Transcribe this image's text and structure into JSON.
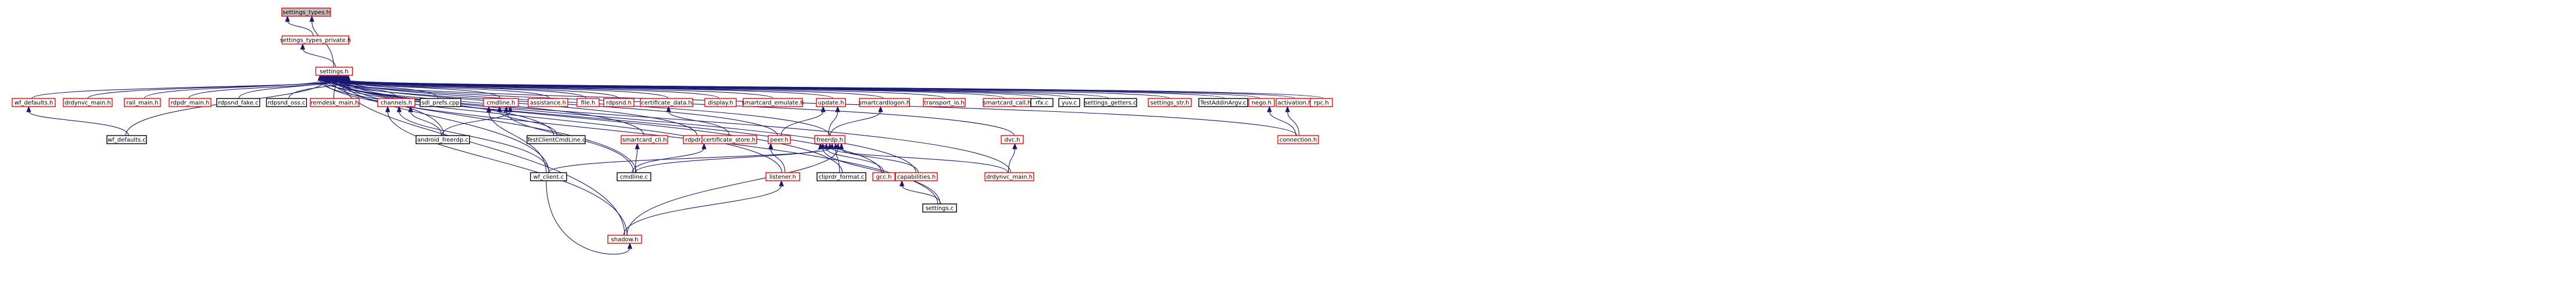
{
  "colors": {
    "edge": "#191970",
    "border_red": "#ff0000",
    "border_black": "#000000",
    "fill_root": "#bfbfbf",
    "fill": "#ffffff"
  },
  "nodes": [
    {
      "id": "settings_types_h",
      "label": "settings_types.h",
      "style": "root"
    },
    {
      "id": "settings_types_private_h",
      "label": "settings_types_private.h",
      "style": "red"
    },
    {
      "id": "settings_h",
      "label": "settings.h",
      "style": "red"
    },
    {
      "id": "wf_defaults_h",
      "label": "wf_defaults.h",
      "style": "red"
    },
    {
      "id": "drdynvc_main_h_left",
      "label": "drdynvc_main.h",
      "style": "red"
    },
    {
      "id": "rail_main_h",
      "label": "rail_main.h",
      "style": "red"
    },
    {
      "id": "rdpdr_main_h",
      "label": "rdpdr_main.h",
      "style": "red"
    },
    {
      "id": "rdpsnd_fake_c",
      "label": "rdpsnd_fake.c",
      "style": "black"
    },
    {
      "id": "rdpsnd_oss_c",
      "label": "rdpsnd_oss.c",
      "style": "black"
    },
    {
      "id": "remdesk_main_h",
      "label": "remdesk_main.h",
      "style": "red"
    },
    {
      "id": "channels_h",
      "label": "channels.h",
      "style": "red"
    },
    {
      "id": "sdl_prefs_cpp",
      "label": "sdl_prefs.cpp",
      "style": "black"
    },
    {
      "id": "cmdline_h",
      "label": "cmdline.h",
      "style": "red"
    },
    {
      "id": "assistance_h",
      "label": "assistance.h",
      "style": "red"
    },
    {
      "id": "file_h",
      "label": "file.h",
      "style": "red"
    },
    {
      "id": "rdpsnd_h",
      "label": "rdpsnd.h",
      "style": "red"
    },
    {
      "id": "certificate_data_h",
      "label": "certificate_data.h",
      "style": "red"
    },
    {
      "id": "display_h",
      "label": "display.h",
      "style": "red"
    },
    {
      "id": "smartcard_emulate_h",
      "label": "smartcard_emulate.h",
      "style": "red"
    },
    {
      "id": "update_h",
      "label": "update.h",
      "style": "red"
    },
    {
      "id": "smartcardlogon_h",
      "label": "smartcardlogon.h",
      "style": "red"
    },
    {
      "id": "transport_io_h",
      "label": "transport_io.h",
      "style": "red"
    },
    {
      "id": "smartcard_call_h",
      "label": "smartcard_call.h",
      "style": "red"
    },
    {
      "id": "rfx_c",
      "label": "rfx.c",
      "style": "black"
    },
    {
      "id": "yuv_c",
      "label": "yuv.c",
      "style": "black"
    },
    {
      "id": "settings_getters_c",
      "label": "settings_getters.c",
      "style": "black"
    },
    {
      "id": "settings_str_h",
      "label": "settings_str.h",
      "style": "red"
    },
    {
      "id": "TestAddinArgv_c",
      "label": "TestAddinArgv.c",
      "style": "black"
    },
    {
      "id": "nego_h",
      "label": "nego.h",
      "style": "red"
    },
    {
      "id": "activation_h",
      "label": "activation.h",
      "style": "red"
    },
    {
      "id": "rpc_h",
      "label": "rpc.h",
      "style": "red"
    },
    {
      "id": "wf_defaults_c",
      "label": "wf_defaults.c",
      "style": "black"
    },
    {
      "id": "android_freerdp_c",
      "label": "android_freerdp.c",
      "style": "black"
    },
    {
      "id": "TestClientCmdLine_c",
      "label": "TestClientCmdLine.c",
      "style": "black"
    },
    {
      "id": "smartcard_cli_h",
      "label": "smartcard_cli.h",
      "style": "red"
    },
    {
      "id": "rdpdr_h",
      "label": "rdpdr.h",
      "style": "red"
    },
    {
      "id": "certificate_store_h",
      "label": "certificate_store.h",
      "style": "red"
    },
    {
      "id": "peer_h",
      "label": "peer.h",
      "style": "red"
    },
    {
      "id": "freerdp_h",
      "label": "freerdp.h",
      "style": "red"
    },
    {
      "id": "dvc_h",
      "label": "dvc.h",
      "style": "red"
    },
    {
      "id": "connection_h",
      "label": "connection.h",
      "style": "red"
    },
    {
      "id": "wf_client_c",
      "label": "wf_client.c",
      "style": "black"
    },
    {
      "id": "cmdline_c",
      "label": "cmdline.c",
      "style": "black"
    },
    {
      "id": "listener_h",
      "label": "listener.h",
      "style": "red"
    },
    {
      "id": "cliprdr_format_c",
      "label": "cliprdr_format.c",
      "style": "black"
    },
    {
      "id": "gcc_h",
      "label": "gcc.h",
      "style": "red"
    },
    {
      "id": "capabilities_h",
      "label": "capabilities.h",
      "style": "red"
    },
    {
      "id": "drdynvc_main_h_right",
      "label": "drdynvc_main.h",
      "style": "red"
    },
    {
      "id": "settings_c",
      "label": "settings.c",
      "style": "black"
    },
    {
      "id": "shadow_h",
      "label": "shadow.h",
      "style": "red"
    }
  ],
  "edges": [
    [
      "settings_types_private_h",
      "settings_types_h"
    ],
    [
      "settings_h",
      "settings_types_h"
    ],
    [
      "settings_h",
      "settings_types_private_h"
    ],
    [
      "wf_defaults_h",
      "settings_h"
    ],
    [
      "drdynvc_main_h_left",
      "settings_h"
    ],
    [
      "rail_main_h",
      "settings_h"
    ],
    [
      "rdpdr_main_h",
      "settings_h"
    ],
    [
      "rdpsnd_fake_c",
      "settings_h"
    ],
    [
      "rdpsnd_oss_c",
      "settings_h"
    ],
    [
      "remdesk_main_h",
      "settings_h"
    ],
    [
      "channels_h",
      "settings_h"
    ],
    [
      "sdl_prefs_cpp",
      "settings_h"
    ],
    [
      "cmdline_h",
      "settings_h"
    ],
    [
      "assistance_h",
      "settings_h"
    ],
    [
      "file_h",
      "settings_h"
    ],
    [
      "rdpsnd_h",
      "settings_h"
    ],
    [
      "certificate_data_h",
      "settings_h"
    ],
    [
      "display_h",
      "settings_h"
    ],
    [
      "smartcard_emulate_h",
      "settings_h"
    ],
    [
      "update_h",
      "settings_h"
    ],
    [
      "smartcardlogon_h",
      "settings_h"
    ],
    [
      "transport_io_h",
      "settings_h"
    ],
    [
      "smartcard_call_h",
      "settings_h"
    ],
    [
      "rfx_c",
      "settings_h"
    ],
    [
      "yuv_c",
      "settings_h"
    ],
    [
      "settings_getters_c",
      "settings_h"
    ],
    [
      "settings_str_h",
      "settings_h"
    ],
    [
      "TestAddinArgv_c",
      "settings_h"
    ],
    [
      "nego_h",
      "settings_h"
    ],
    [
      "activation_h",
      "settings_h"
    ],
    [
      "rpc_h",
      "settings_h"
    ],
    [
      "wf_defaults_c",
      "settings_h"
    ],
    [
      "android_freerdp_c",
      "settings_h"
    ],
    [
      "TestClientCmdLine_c",
      "settings_h"
    ],
    [
      "smartcard_cli_h",
      "settings_h"
    ],
    [
      "rdpdr_h",
      "settings_h"
    ],
    [
      "peer_h",
      "settings_h"
    ],
    [
      "freerdp_h",
      "settings_h"
    ],
    [
      "dvc_h",
      "settings_h"
    ],
    [
      "connection_h",
      "settings_h"
    ],
    [
      "wf_client_c",
      "settings_h"
    ],
    [
      "cmdline_c",
      "settings_h"
    ],
    [
      "listener_h",
      "settings_h"
    ],
    [
      "cliprdr_format_c",
      "settings_h"
    ],
    [
      "gcc_h",
      "settings_h"
    ],
    [
      "capabilities_h",
      "settings_h"
    ],
    [
      "drdynvc_main_h_right",
      "settings_h"
    ],
    [
      "settings_c",
      "settings_h"
    ],
    [
      "shadow_h",
      "settings_h"
    ],
    [
      "wf_defaults_c",
      "wf_defaults_h"
    ],
    [
      "android_freerdp_c",
      "channels_h"
    ],
    [
      "wf_client_c",
      "channels_h"
    ],
    [
      "shadow_h",
      "channels_h"
    ],
    [
      "android_freerdp_c",
      "cmdline_h"
    ],
    [
      "TestClientCmdLine_c",
      "cmdline_h"
    ],
    [
      "wf_client_c",
      "cmdline_h"
    ],
    [
      "cmdline_c",
      "cmdline_h"
    ],
    [
      "cmdline_c",
      "smartcard_cli_h"
    ],
    [
      "cmdline_c",
      "rdpdr_h"
    ],
    [
      "certificate_store_h",
      "certificate_data_h"
    ],
    [
      "peer_h",
      "update_h"
    ],
    [
      "freerdp_h",
      "update_h"
    ],
    [
      "freerdp_h",
      "smartcardlogon_h"
    ],
    [
      "listener_h",
      "peer_h"
    ],
    [
      "drdynvc_main_h_right",
      "dvc_h"
    ],
    [
      "connection_h",
      "activation_h"
    ],
    [
      "connection_h",
      "nego_h"
    ],
    [
      "wf_client_c",
      "freerdp_h"
    ],
    [
      "cmdline_c",
      "freerdp_h"
    ],
    [
      "cliprdr_format_c",
      "freerdp_h"
    ],
    [
      "gcc_h",
      "freerdp_h"
    ],
    [
      "capabilities_h",
      "freerdp_h"
    ],
    [
      "drdynvc_main_h_right",
      "freerdp_h"
    ],
    [
      "settings_c",
      "freerdp_h"
    ],
    [
      "shadow_h",
      "freerdp_h"
    ],
    [
      "shadow_h",
      "listener_h"
    ],
    [
      "settings_c",
      "capabilities_h"
    ],
    [
      "wf_client_c",
      "shadow_h"
    ]
  ]
}
